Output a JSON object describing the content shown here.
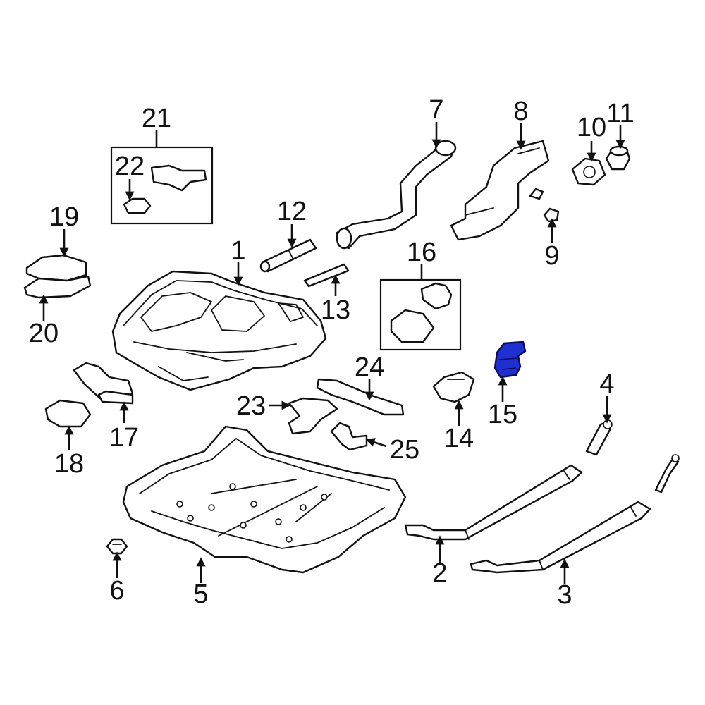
{
  "diagram": {
    "highlight_color": "#1f2fd0",
    "highlighted_part": "15",
    "callouts": [
      "1",
      "2",
      "3",
      "4",
      "5",
      "6",
      "7",
      "8",
      "9",
      "10",
      "11",
      "12",
      "13",
      "14",
      "15",
      "16",
      "17",
      "18",
      "19",
      "20",
      "21",
      "22",
      "23",
      "24",
      "25"
    ]
  }
}
